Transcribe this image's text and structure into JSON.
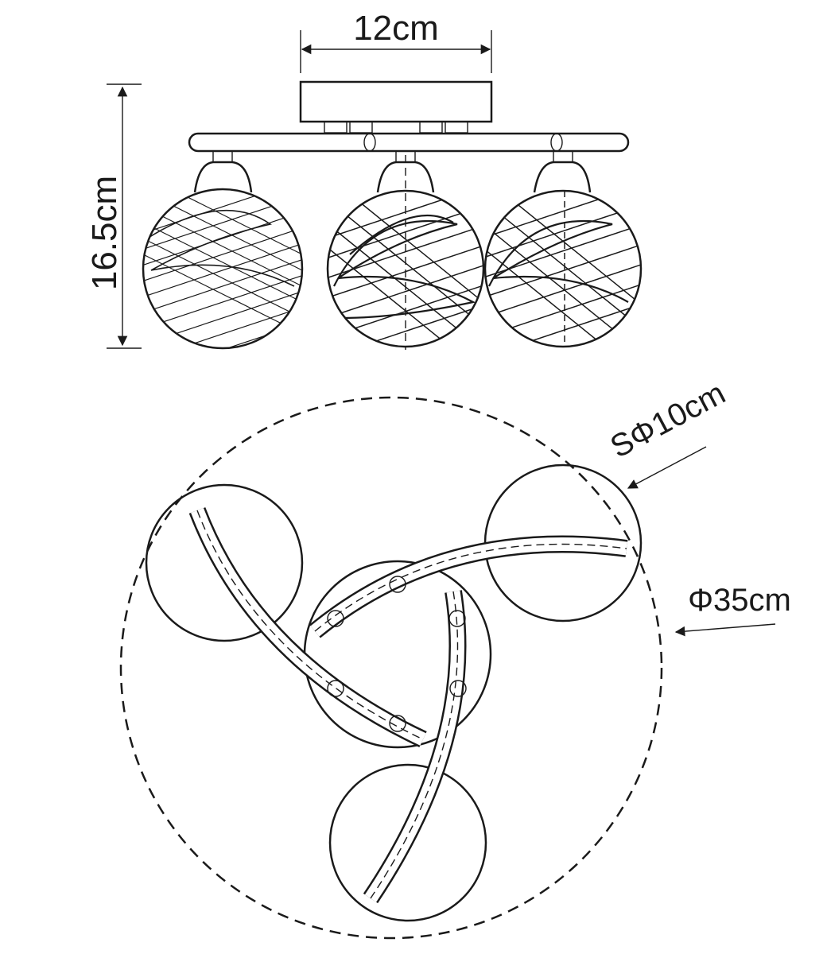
{
  "dimensions": {
    "width_label": "12cm",
    "height_label": "16.5cm",
    "globe_label": "SΦ10cm",
    "overall_label": "Φ35cm"
  }
}
